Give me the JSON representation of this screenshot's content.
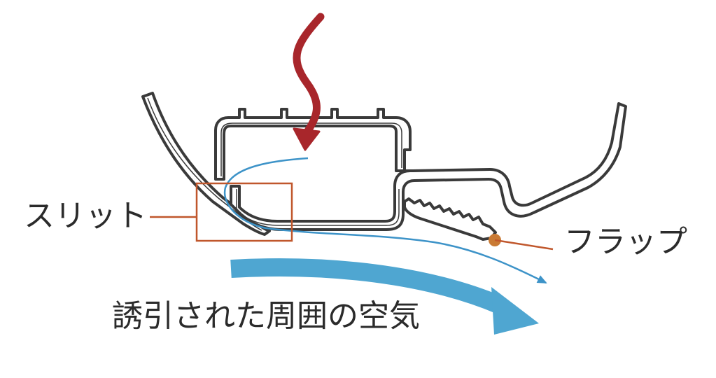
{
  "labels": {
    "slit": "スリット",
    "flap": "フラップ",
    "induced_air": "誘引された周囲の空気"
  },
  "colors": {
    "profile_outline": "#3a3a3a",
    "inlet_arrow": "#a8262b",
    "airflow_line": "#3d93c8",
    "induced_arrow": "#4fa6d1",
    "callout": "#c0572c"
  }
}
